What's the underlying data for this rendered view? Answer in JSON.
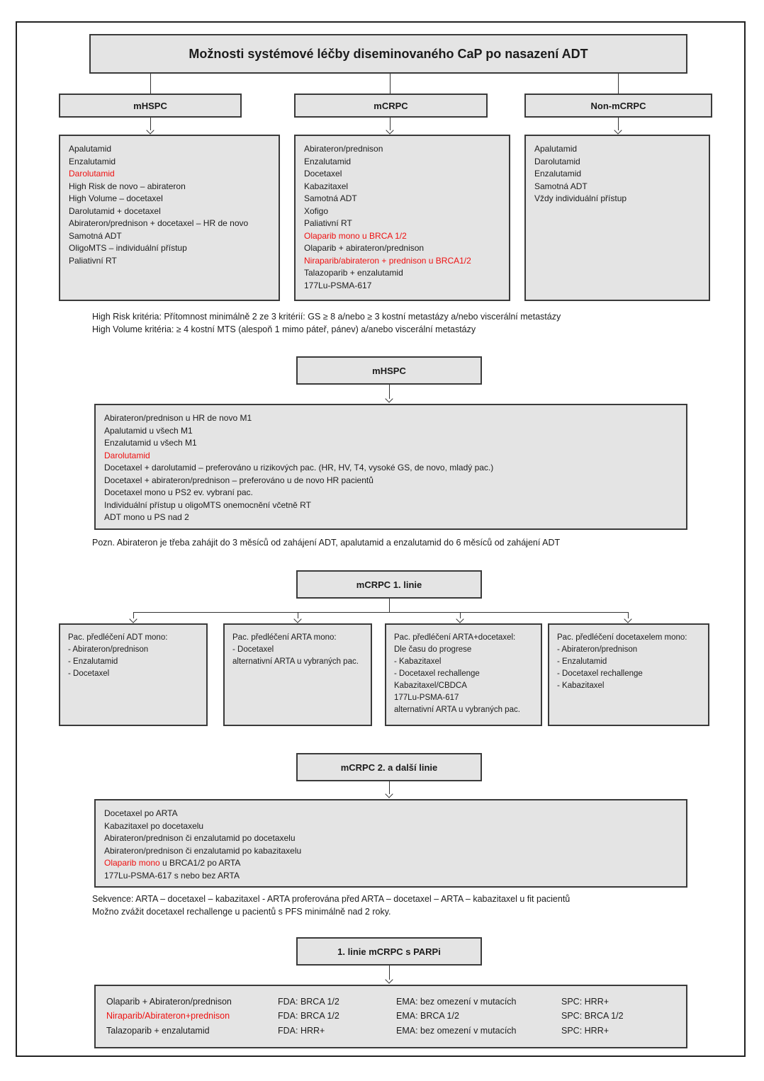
{
  "title": "Možnosti systémové léčby diseminovaného CaP po nasazení ADT",
  "colors": {
    "accent_red": "#ee1111",
    "box_fill": "#e4e4e4",
    "box_border": "#3a3a3a",
    "connector": "#333333"
  },
  "top_branches": [
    {
      "label": "mHSPC",
      "items": [
        {
          "text": "Apalutamid"
        },
        {
          "text": "Enzalutamid"
        },
        {
          "text": "Darolutamid",
          "red": true
        },
        {
          "text": "High Risk de novo – abirateron"
        },
        {
          "text": "High Volume – docetaxel"
        },
        {
          "text": "Darolutamid + docetaxel"
        },
        {
          "text": "Abirateron/prednison + docetaxel – HR de novo"
        },
        {
          "text": "Samotná ADT"
        },
        {
          "text": "OligoMTS – individuální přístup"
        },
        {
          "text": "Paliativní RT"
        }
      ]
    },
    {
      "label": "mCRPC",
      "items": [
        {
          "text": "Abirateron/prednison"
        },
        {
          "text": "Enzalutamid"
        },
        {
          "text": "Docetaxel"
        },
        {
          "text": "Kabazitaxel"
        },
        {
          "text": "Samotná ADT"
        },
        {
          "text": "Xofigo"
        },
        {
          "text": "Paliativní RT"
        },
        {
          "text": "Olaparib mono u BRCA 1/2",
          "red": true
        },
        {
          "text": "Olaparib + abirateron/prednison"
        },
        {
          "text": "Niraparib/abirateron + prednison u BRCA1/2",
          "red": true
        },
        {
          "text": "Talazoparib + enzalutamid"
        },
        {
          "text": "177Lu-PSMA-617"
        }
      ]
    },
    {
      "label": "Non-mCRPC",
      "items": [
        {
          "text": "Apalutamid"
        },
        {
          "text": "Darolutamid"
        },
        {
          "text": "Enzalutamid"
        },
        {
          "text": "Samotná ADT"
        },
        {
          "text": "Vždy individuální přístup"
        }
      ]
    }
  ],
  "criteria_notes": [
    "High Risk kritéria: Přítomnost minimálně 2 ze 3 kritérií: GS ≥ 8 a/nebo ≥ 3 kostní metastázy a/nebo viscerální metastázy",
    "High Volume kritéria: ≥ 4 kostní MTS (alespoň 1 mimo páteř, pánev) a/anebo viscerální metastázy"
  ],
  "mhspc_section": {
    "label": "mHSPC",
    "items": [
      {
        "text": "Abirateron/prednison u HR de novo M1"
      },
      {
        "text": "Apalutamid u všech M1"
      },
      {
        "text": "Enzalutamid u všech M1"
      },
      {
        "text": "Darolutamid",
        "red": true
      },
      {
        "text": "Docetaxel + darolutamid – preferováno u rizikových pac. (HR, HV, T4, vysoké GS, de novo, mladý pac.)"
      },
      {
        "text": "Docetaxel + abirateron/prednison – preferováno u de novo HR pacientů"
      },
      {
        "text": "Docetaxel mono u PS2 ev. vybraní pac."
      },
      {
        "text": "Individuální přístup u oligoMTS onemocnění včetně RT"
      },
      {
        "text": "ADT mono u PS nad 2"
      }
    ],
    "note": "Pozn. Abirateron je třeba zahájit do 3 měsíců od zahájení ADT, apalutamid a enzalutamid do 6 měsíců od zahájení ADT"
  },
  "mcrpc_line1": {
    "label": "mCRPC 1. linie",
    "boxes": [
      {
        "lines": [
          "Pac. předléčení ADT mono:",
          "- Abirateron/prednison",
          "- Enzalutamid",
          "- Docetaxel"
        ]
      },
      {
        "lines": [
          "Pac. předléčení ARTA mono:",
          "- Docetaxel",
          "alternativní ARTA u vybraných pac."
        ]
      },
      {
        "lines": [
          "Pac. předléčení ARTA+docetaxel:",
          "Dle času do progrese",
          "- Kabazitaxel",
          "- Docetaxel rechallenge",
          "Kabazitaxel/CBDCA",
          "177Lu-PSMA-617",
          "alternativní ARTA u vybraných pac."
        ]
      },
      {
        "lines": [
          "Pac. předléčení docetaxelem mono:",
          "- Abirateron/prednison",
          "- Enzalutamid",
          "- Docetaxel rechallenge",
          "- Kabazitaxel"
        ]
      }
    ]
  },
  "mcrpc_line2": {
    "label": "mCRPC 2. a další linie",
    "items": [
      {
        "text": "Docetaxel po ARTA"
      },
      {
        "text": "Kabazitaxel po docetaxelu"
      },
      {
        "text": "Abirateron/prednison či enzalutamid po docetaxelu"
      },
      {
        "text": "Abirateron/prednison či enzalutamid po kabazitaxelu"
      },
      {
        "red_text": "Olaparib mono",
        "text": " u BRCA1/2 po ARTA"
      },
      {
        "text": "177Lu-PSMA-617 s nebo bez ARTA"
      }
    ]
  },
  "sequence_notes": [
    "Sekvence: ARTA – docetaxel – kabazitaxel - ARTA proferována před ARTA – docetaxel – ARTA – kabazitaxel u fit pacientů",
    "Možno zvážit docetaxel rechallenge u pacientů s PFS minimálně nad 2 roky."
  ],
  "parpi_section": {
    "label": "1. linie mCRPC s PARPi",
    "rows": [
      {
        "drug": "Olaparib + Abirateron/prednison",
        "fda": "FDA: BRCA 1/2",
        "ema": "EMA: bez omezení v mutacích",
        "spc": "SPC: HRR+"
      },
      {
        "drug": "Niraparib/Abirateron+prednison",
        "red": true,
        "fda": "FDA: BRCA 1/2",
        "ema": "EMA: BRCA 1/2",
        "spc": "SPC: BRCA 1/2"
      },
      {
        "drug": "Talazoparib + enzalutamid",
        "fda": "FDA: HRR+",
        "ema": "EMA: bez omezení v mutacích",
        "spc": "SPC: HRR+"
      }
    ]
  }
}
